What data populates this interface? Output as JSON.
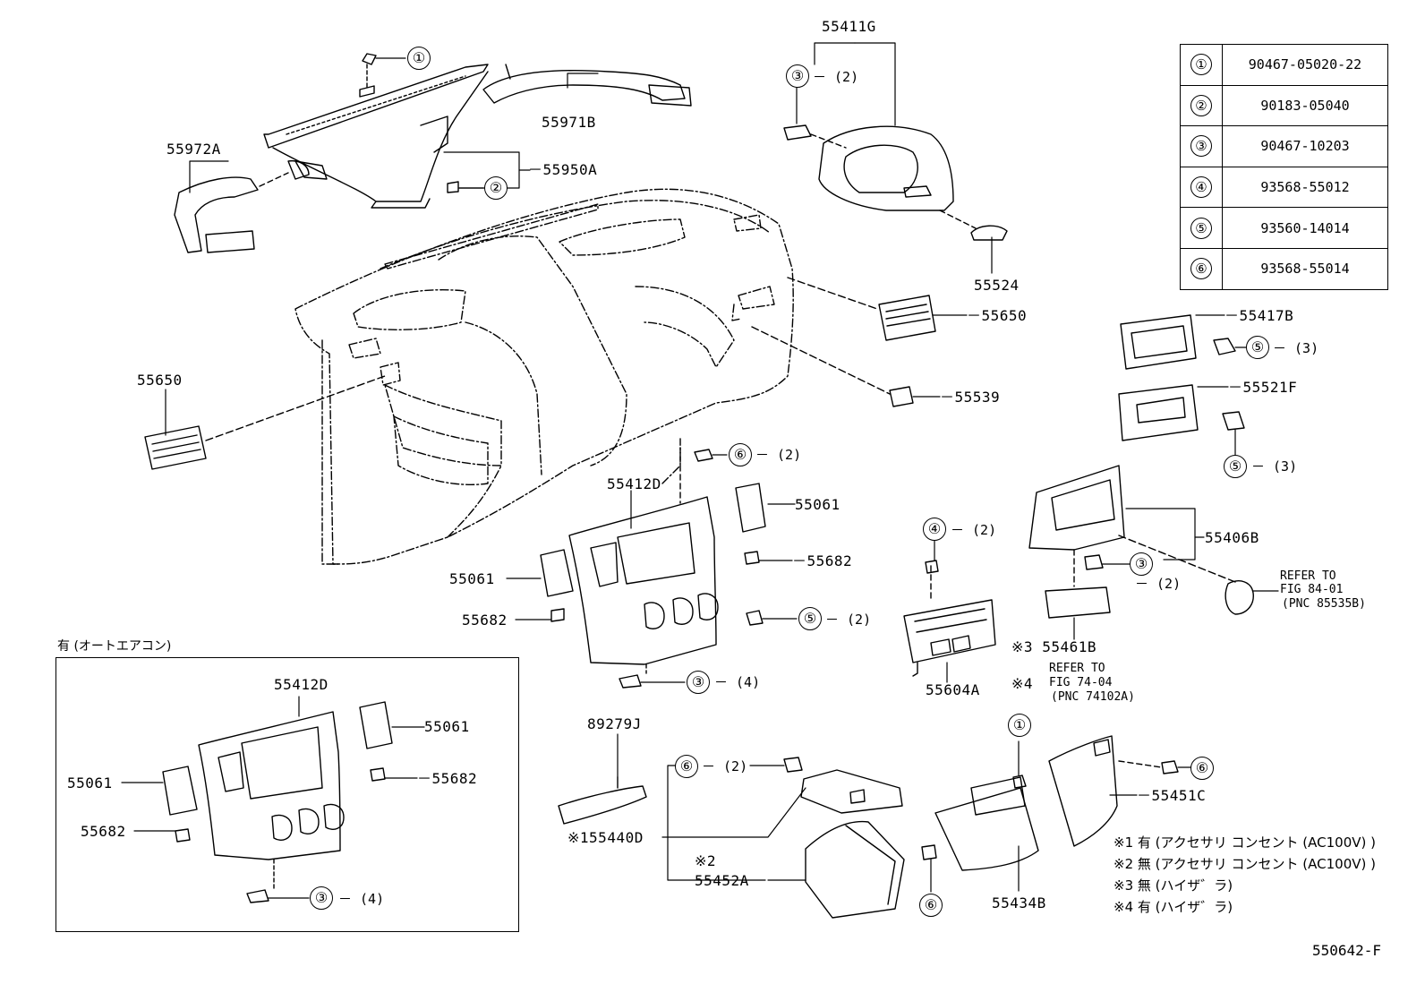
{
  "part_labels": {
    "p55411G": "55411G",
    "p55971B": "55971B",
    "p55972A": "55972A",
    "p55950A": "55950A",
    "p55524": "55524",
    "p55650_r": "55650",
    "p55650_l": "55650",
    "p55539": "55539",
    "p55417B": "55417B",
    "p55521F": "55521F",
    "p55412D": "55412D",
    "p55061_r": "55061",
    "p55682_r": "55682",
    "p55061_l": "55061",
    "p55682_l": "55682",
    "p55406B": "55406B",
    "p55604A": "55604A",
    "p55461B": "55461B",
    "p89279J": "89279J",
    "p55440D": "55440D",
    "p55452A": "55452A",
    "p55434B": "55434B",
    "p55451C": "55451C",
    "inset_55412D": "55412D",
    "inset_55061_r": "55061",
    "inset_55682_r": "55682",
    "inset_55061_l": "55061",
    "inset_55682_l": "55682"
  },
  "callouts": {
    "c1_top": "①",
    "c2_top": "②",
    "c3_55411G": "③",
    "c6_top": "⑥",
    "c5_panel": "⑤",
    "c3_panel": "③",
    "c4_55604A": "④",
    "c5_55417B": "⑤",
    "c5_55521F": "⑤",
    "c3_55406B": "③",
    "c6_55440D": "⑥",
    "c1_55434B": "①",
    "c6_55451C": "⑥",
    "c6_bottom": "⑥",
    "c3_inset": "③"
  },
  "quantities": {
    "q_55411G": "－ (2)",
    "q_top6": "－ (2)",
    "q_panel5": "－ (2)",
    "q_panel3": "－ (4)",
    "q_55604A": "－ (2)",
    "q_55417B": "－ (3)",
    "q_55521F": "－ (3)",
    "q_55406B": "－ (2)",
    "q_55440D": "－ (2)",
    "q_inset3": "－ (4)"
  },
  "ref_table": [
    {
      "key": "①",
      "part": "90467-05020-22"
    },
    {
      "key": "②",
      "part": "90183-05040"
    },
    {
      "key": "③",
      "part": "90467-10203"
    },
    {
      "key": "④",
      "part": "93568-55012"
    },
    {
      "key": "⑤",
      "part": "93560-14014"
    },
    {
      "key": "⑥",
      "part": "93568-55014"
    }
  ],
  "refer_notes": {
    "fig84_line1": "REFER TO",
    "fig84_line2": "FIG 84-01",
    "fig84_line3": "(PNC 85535B)",
    "fig74_line1": "REFER TO",
    "fig74_line2": "FIG 74-04",
    "fig74_line3": "(PNC 74102A)",
    "mark3": "※3",
    "mark4": "※4",
    "mark1": "※1",
    "mark2": "※2"
  },
  "inset_title": "有 (オートエアコン)",
  "legend": [
    "※1 有 (アクセサリ コンセント (AC100V) )",
    "※2 無 (アクセサリ コンセント (AC100V) )",
    "※3 無 (ハイザ゛ラ)",
    "※4 有 (ハイザ゛ラ)"
  ],
  "figure_code": "550642-F"
}
